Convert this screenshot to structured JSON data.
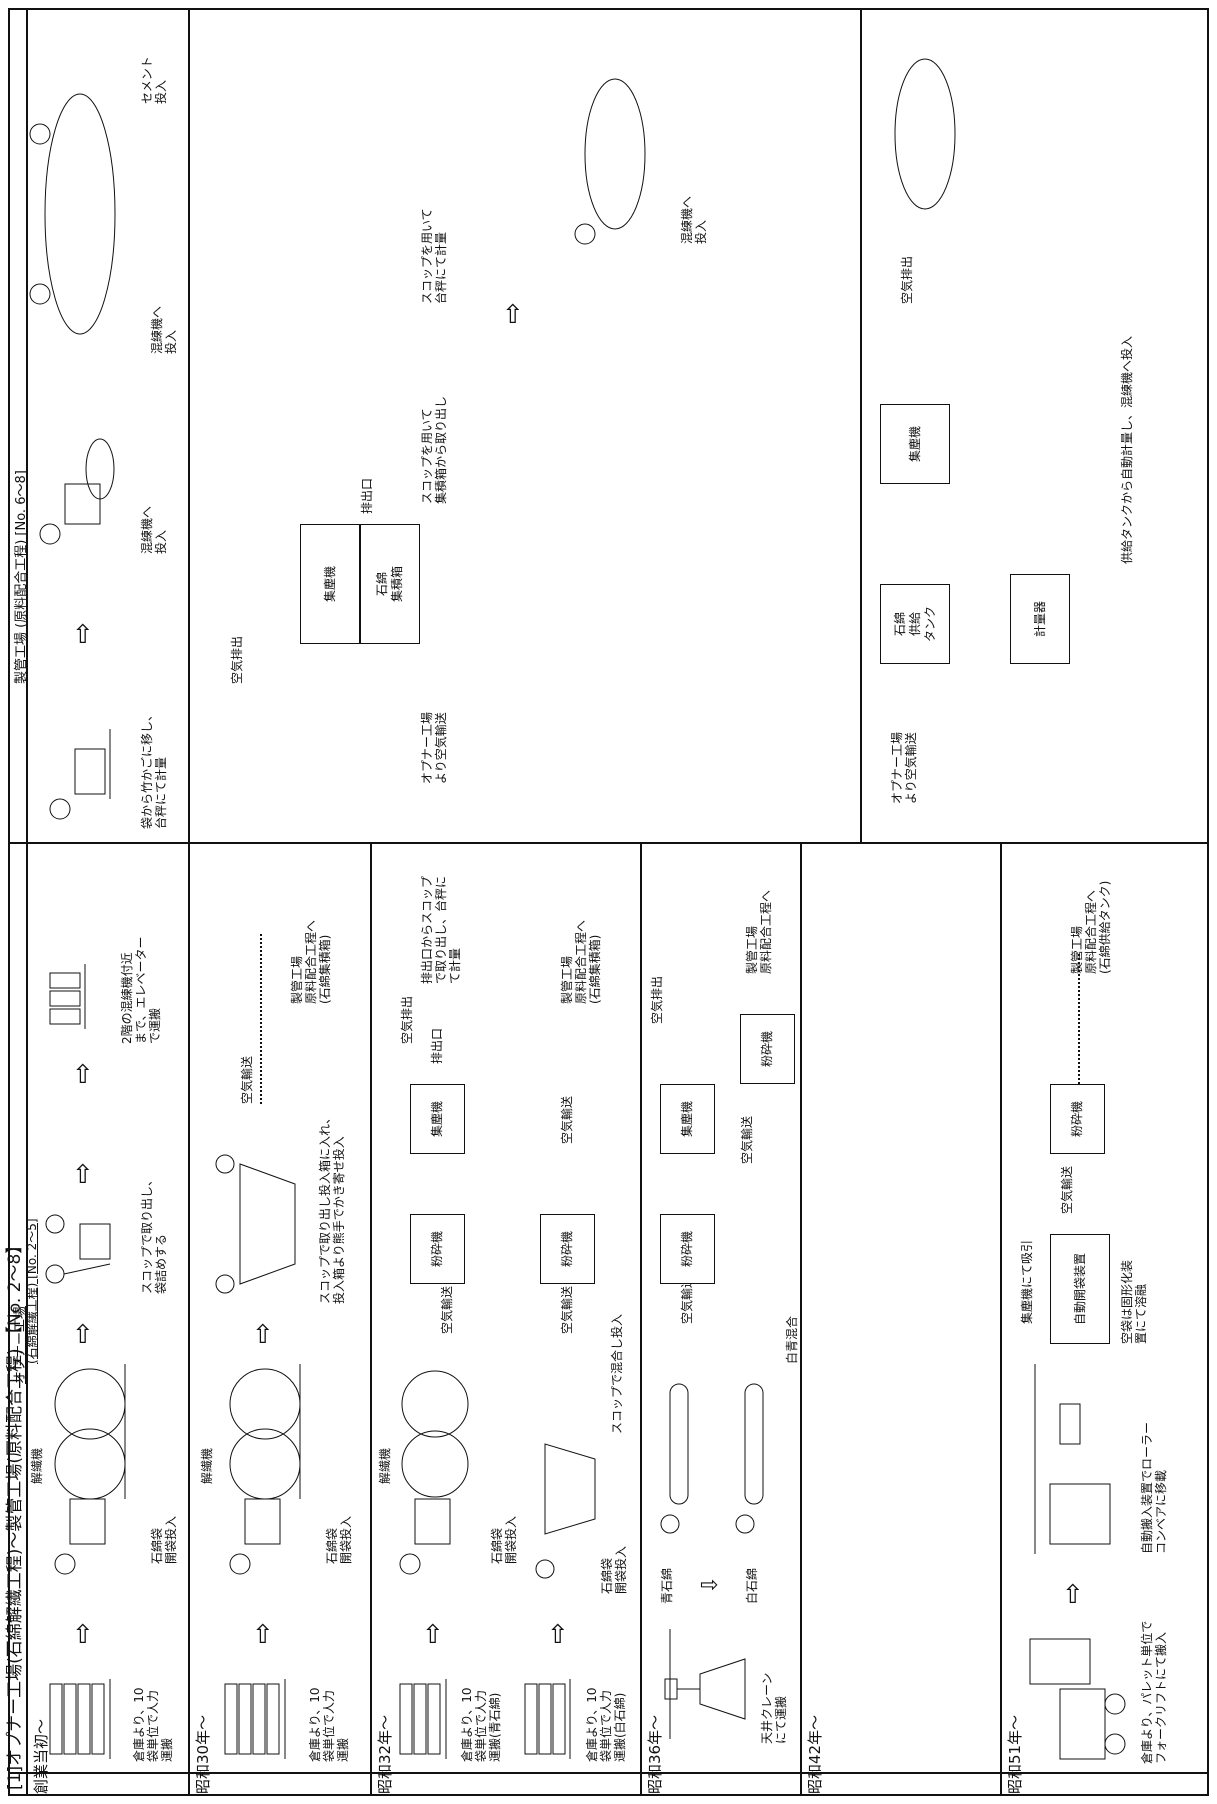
{
  "title": "[1]オプナー工場(石綿解繊工程)～製管工場(原料配合工程) 【No. 2～8】",
  "header": {
    "left_main": "オプナー工場",
    "left_sub": "(石綿解繊工程) [No. 2～5]",
    "right": "製管工場 (原料配合工程) [No. 6～8]"
  },
  "eras": [
    "創業当初～",
    "昭和30年～",
    "昭和32年～",
    "昭和36年～",
    "昭和42年～",
    "昭和51年～"
  ],
  "labels": {
    "soko_10": "倉庫より、10\n袋単位で人力\n運搬",
    "soko_ao": "倉庫より、10\n袋単位で人力\n運搬(青石綿)",
    "soko_shiro": "倉庫より、10\n袋単位で人力\n運搬(白石綿)",
    "crane": "天井クレーン\nにて運搬",
    "forklift": "倉庫より、パレット単位で\nフォークリフトにて搬入",
    "kaisen": "解繊機",
    "kaifu": "石綿袋\n開袋投入",
    "scoop_fuku": "スコップで取り出し、\n袋詰めする",
    "elevator": "2階の混練機付近\nまで、エレベーター\nで運搬",
    "scoop_toki": "スコップで取り出し投入箱に入れ、\n投入箱より熊手でかき寄せ投入",
    "kuki_yuso": "空気輸送",
    "kuki_haishutsu": "空気排出",
    "funsai": "粉砕機",
    "shujin": "集塵機",
    "haishutsuguchi": "排出口",
    "scoop_keiryo": "排出口からスコップ\nで取り出し、台秤に\nて計量",
    "seikan_shuseki": "製管工場\n原料配合工程へ\n(石綿集積箱)",
    "seikan": "製管工場\n原料配合工程へ",
    "seikan_tank": "製管工場\n原料配合工程へ\n(石綿供給タンク)",
    "scoop_kongo": "スコップで混合し投入",
    "ao_ishiwata": "青石綿",
    "shiro_ishiwata": "白石綿",
    "hakusei_kongo": "白青混合",
    "jido_kaifu": "自動開袋装置",
    "kara_fukuro": "空袋は固形化装\n置にて溶融",
    "shujin_kyuin": "集塵機にて吸引",
    "jido_hannyu": "自動搬入装置でローラー\nコンベアに移載",
    "take_kago": "袋から竹かごに移し、\n台秤にて計量",
    "konren": "混練機へ\n投入",
    "cement": "セメント\n投入",
    "opener_kuki": "オプナー工場\nより空気輸送",
    "ishiwata_shuseki": "石綿\n集積箱",
    "scoop_dashi": "スコップを用いて\n集積箱から取り出し",
    "scoop_daihakari": "スコップを用いて\n台秤にて計量",
    "konren2": "混練機へ\n投入",
    "kyukyu_tank": "石綿\n供給\nタンク",
    "keiryoki": "計量器",
    "tank_jido": "供給タンクから自動計量し、混練機へ投入"
  }
}
